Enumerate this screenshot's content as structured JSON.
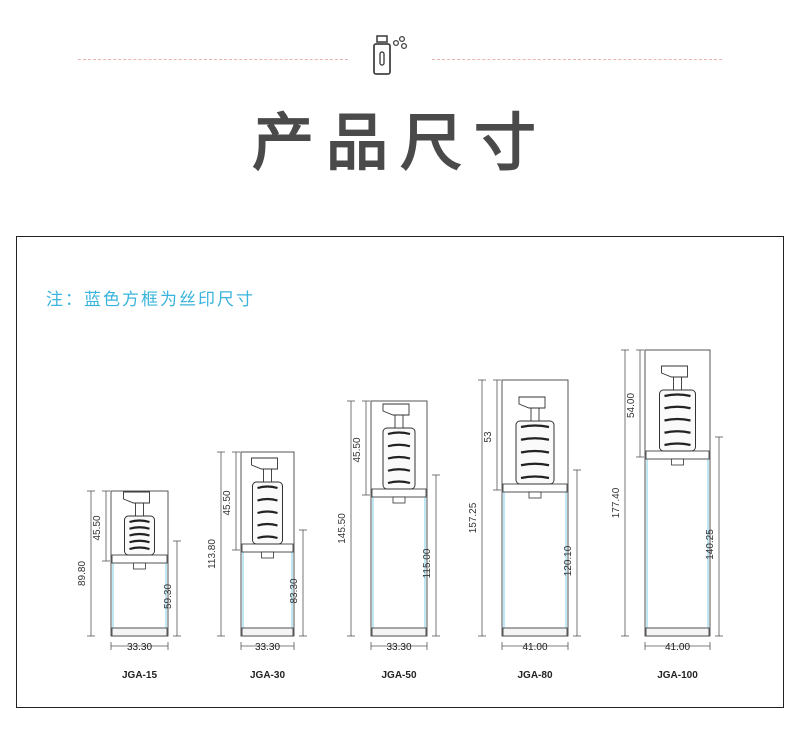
{
  "header": {
    "title": "产品尺寸",
    "icon": "spray-bottle-icon"
  },
  "note": "注：蓝色方框为丝印尺寸",
  "colors": {
    "print_box": "#7fd0e8",
    "title": "#4a4a4a",
    "note": "#3ab4dc",
    "dashes": "#e7b3b3",
    "outline": "#333333"
  },
  "bottles": [
    {
      "model": "JGA-15",
      "total_height": "89.80",
      "pump_height": "45.50",
      "body_height": "59.30",
      "width": "33.30"
    },
    {
      "model": "JGA-30",
      "total_height": "113.80",
      "pump_height": "45.50",
      "body_height": "83.30",
      "width": "33.30"
    },
    {
      "model": "JGA-50",
      "total_height": "145.50",
      "pump_height": "45.50",
      "body_height": "115.00",
      "width": "33.30"
    },
    {
      "model": "JGA-80",
      "total_height": "157.25",
      "pump_height": "53",
      "body_height": "120.10",
      "width": "41.00"
    },
    {
      "model": "JGA-100",
      "total_height": "177.40",
      "pump_height": "54.00",
      "body_height": "140.25",
      "width": "41.00"
    }
  ]
}
